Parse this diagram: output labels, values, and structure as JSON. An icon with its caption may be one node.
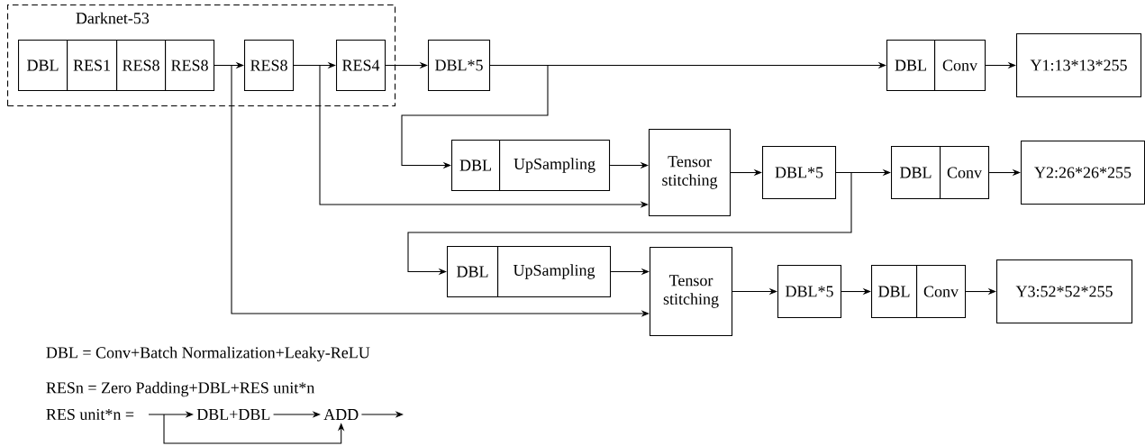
{
  "diagram": {
    "nodes": [
      {
        "text": [
          "Darknet-53"
        ]
      },
      {
        "text": [
          "DBL"
        ],
        "in": 0
      },
      {
        "text": [
          "RES1"
        ],
        "in": 0
      },
      {
        "text": [
          "RES8"
        ],
        "in": 0
      },
      {
        "text": [
          "RES8"
        ],
        "in": 0
      },
      {
        "text": [
          "RES8"
        ],
        "in": 0
      },
      {
        "text": [
          "RES4"
        ],
        "in": 0
      },
      {
        "text": [
          "DBL*5"
        ]
      },
      {
        "text": [
          "DBL"
        ]
      },
      {
        "text": [
          "Conv"
        ]
      },
      {
        "text": [
          "Y1:13*13*255"
        ]
      },
      {
        "text": [
          "DBL"
        ]
      },
      {
        "text": [
          "UpSampling"
        ]
      },
      {
        "text": [
          "Tensor stitching"
        ]
      },
      {
        "text": [
          "DBL*5"
        ]
      },
      {
        "text": [
          "DBL"
        ]
      },
      {
        "text": [
          "Conv"
        ]
      },
      {
        "text": [
          "Y2:26*26*255"
        ]
      },
      {
        "text": [
          "DBL"
        ]
      },
      {
        "text": [
          "UpSampling"
        ]
      },
      {
        "text": [
          "Tensor stitching"
        ]
      },
      {
        "text": [
          "DBL*5"
        ]
      },
      {
        "text": [
          "DBL"
        ]
      },
      {
        "text": [
          "Conv"
        ]
      },
      {
        "text": [
          "Y3:52*52*255"
        ]
      },
      {
        "text": [
          "DBL+DBL"
        ]
      },
      {
        "text": [
          "ADD"
        ]
      }
    ],
    "edges": [
      {
        "from": 4,
        "to": 5,
        "arrow": "to"
      },
      {
        "from": 5,
        "to": 6,
        "arrow": "to"
      },
      {
        "from": 6,
        "to": 7,
        "arrow": "to"
      },
      {
        "from": 7,
        "to": 8,
        "arrow": "to"
      },
      {
        "from": 7,
        "to": 11,
        "arrow": "to"
      },
      {
        "from": 9,
        "to": 10,
        "arrow": "to"
      },
      {
        "from": 5,
        "to": 13,
        "arrow": "to"
      },
      {
        "from": 12,
        "to": 13,
        "arrow": "to"
      },
      {
        "from": 13,
        "to": 14,
        "arrow": "to"
      },
      {
        "from": 14,
        "to": 15,
        "arrow": "to"
      },
      {
        "from": 14,
        "to": 18,
        "arrow": "to"
      },
      {
        "from": 16,
        "to": 17,
        "arrow": "to"
      },
      {
        "from": 4,
        "to": 20,
        "arrow": "to"
      },
      {
        "from": 19,
        "to": 20,
        "arrow": "to"
      },
      {
        "from": 20,
        "to": 21,
        "arrow": "to"
      },
      {
        "from": 21,
        "to": 22,
        "arrow": "to"
      },
      {
        "from": 23,
        "to": 24,
        "arrow": "to"
      },
      {
        "from": null,
        "to": 25,
        "arrow": "to"
      },
      {
        "from": 25,
        "to": 26,
        "arrow": "to"
      },
      {
        "from": 26,
        "to": null,
        "arrow": "to"
      },
      {
        "from": null,
        "to": 26,
        "arrow": "to"
      }
    ],
    "labels": [
      "DBL = Conv+Batch Normalization+Leaky-ReLU",
      "RESn = Zero Padding+DBL+RES unit*n",
      "RES unit*n ="
    ]
  }
}
